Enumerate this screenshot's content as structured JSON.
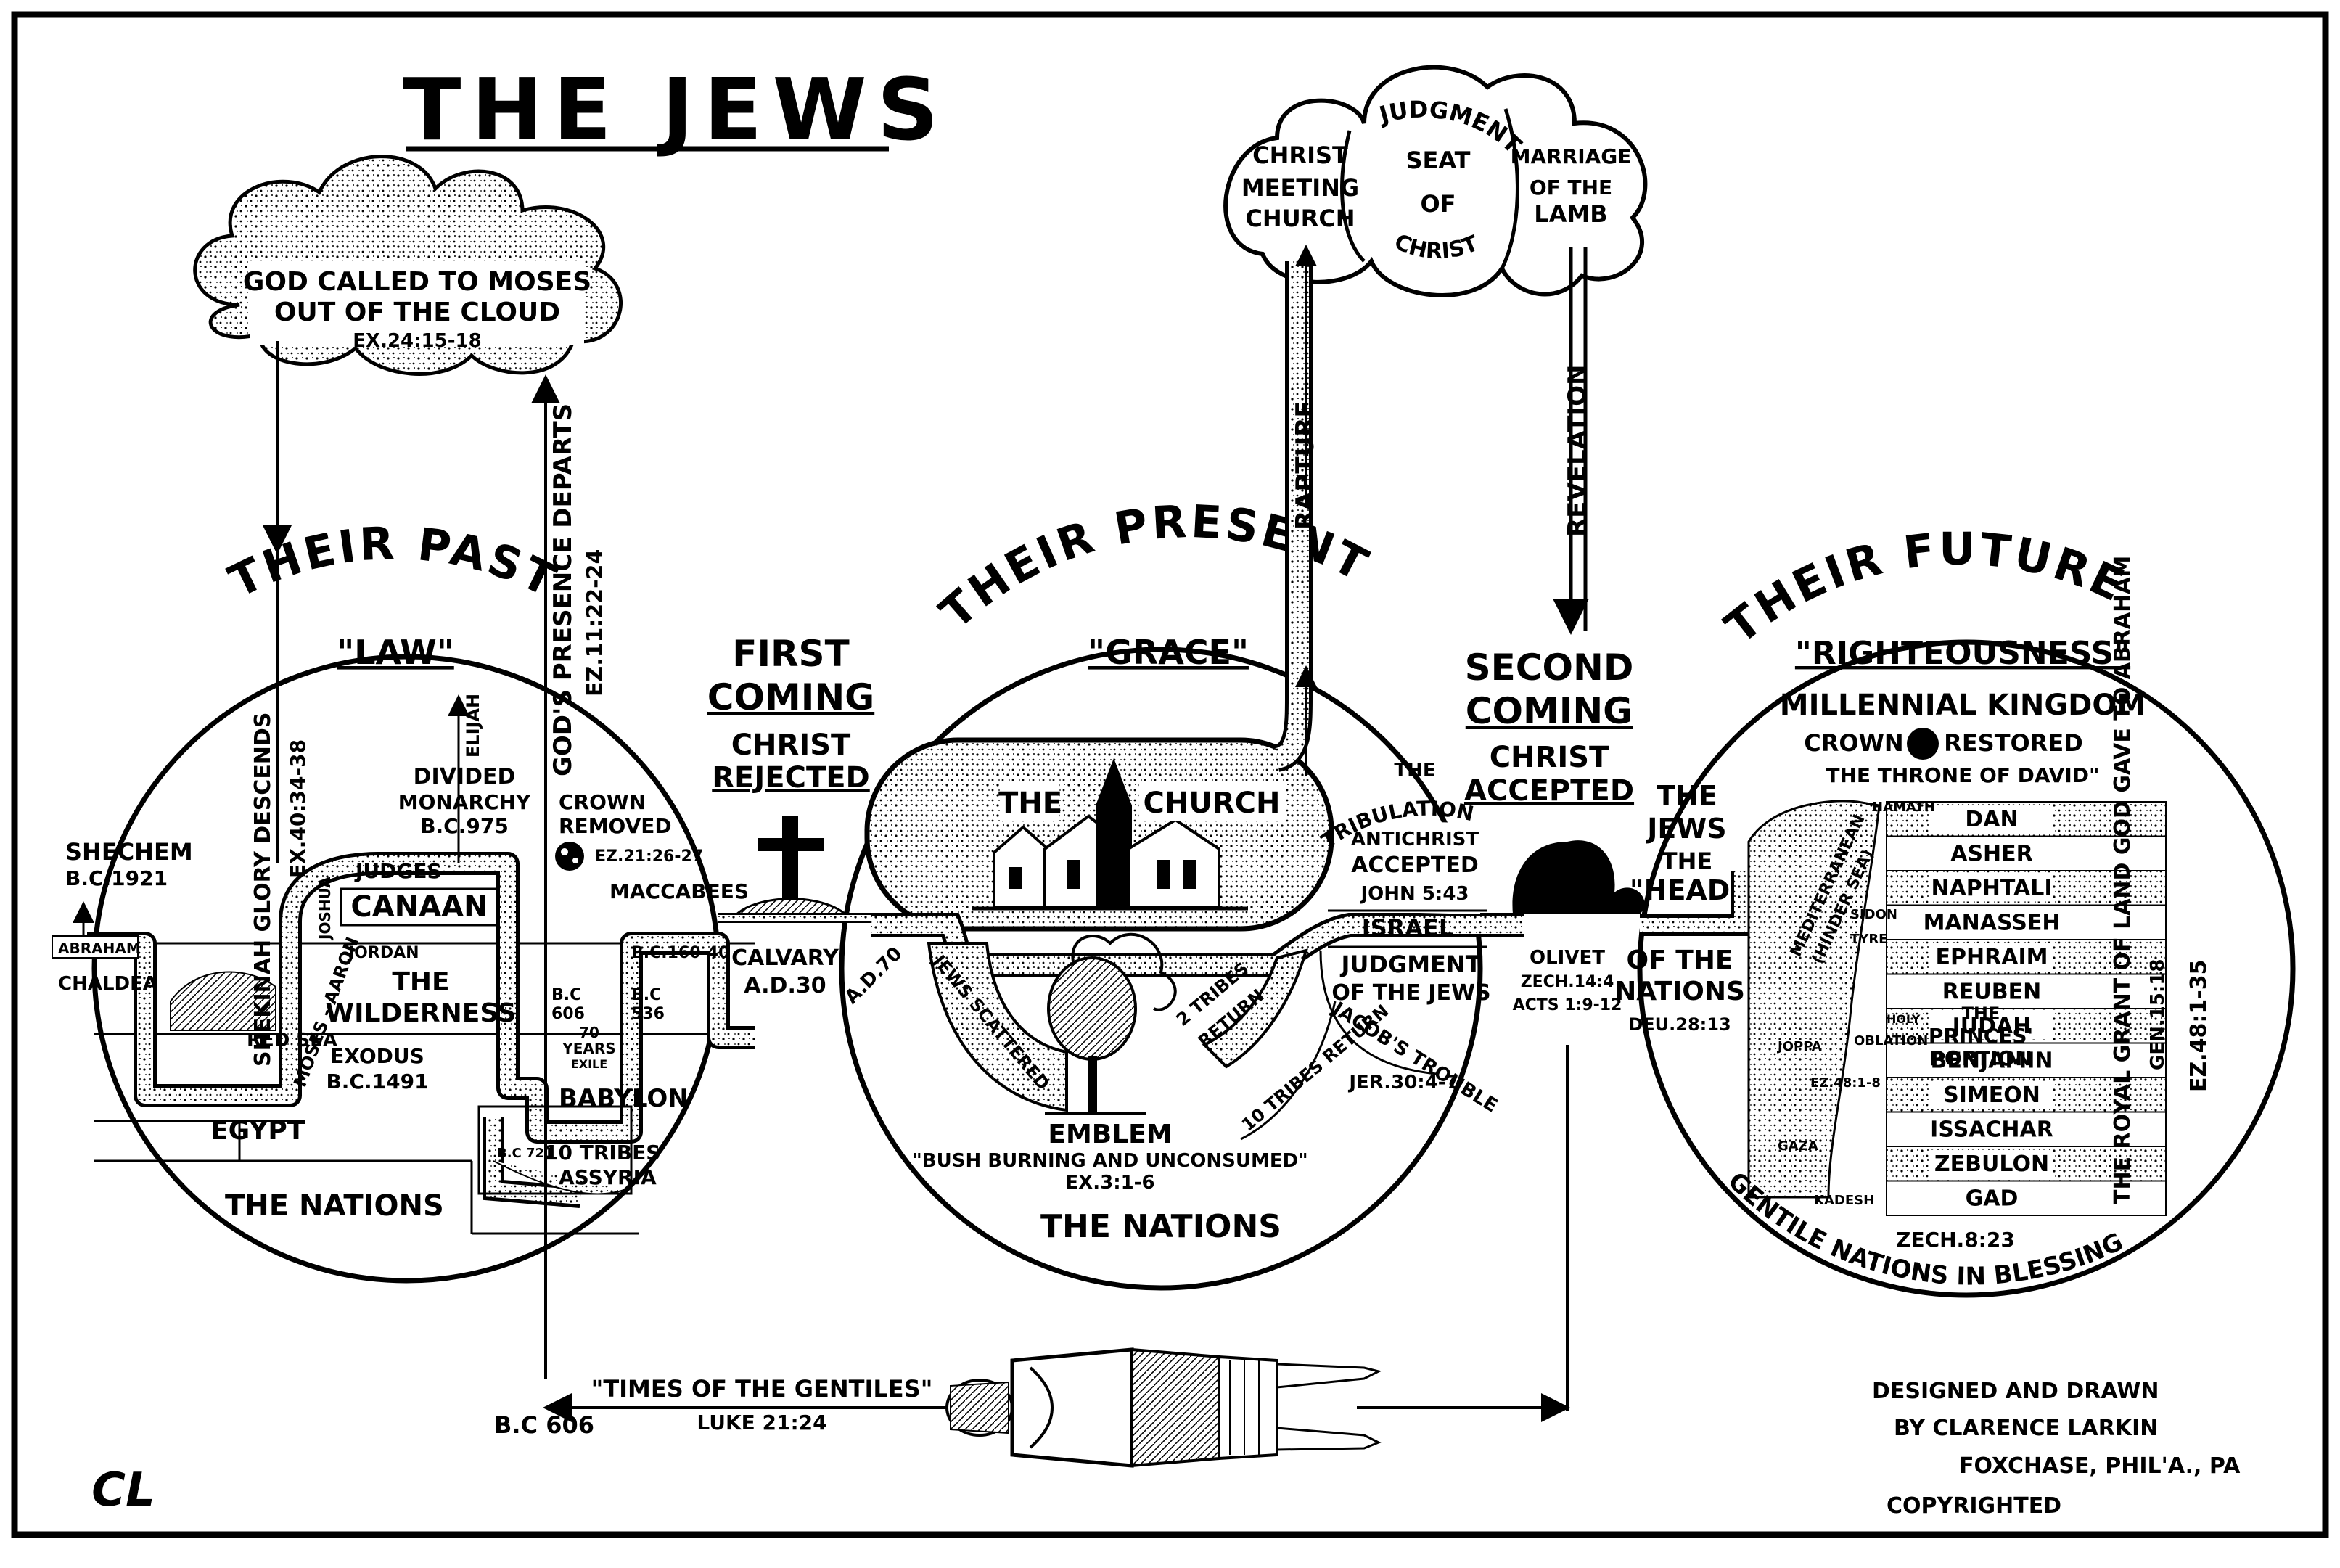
{
  "title": "THE JEWS",
  "colors": {
    "ink": "#000000",
    "paper": "#ffffff"
  },
  "cloud": {
    "line1": "GOD CALLED TO MOSES",
    "line2": "OUT OF THE CLOUD",
    "ref": "EX.24:15-18"
  },
  "top_cloud": {
    "left_line1": "CHRIST",
    "left_line2": "MEETING",
    "left_line3": "CHURCH",
    "mid_line1": "JUDGMENT",
    "mid_line2": "SEAT",
    "mid_line3": "OF",
    "mid_line4": "CHRIST",
    "right_line1": "MARRIAGE",
    "right_line2": "OF THE",
    "right_line3": "LAMB"
  },
  "past": {
    "heading": "THEIR PAST",
    "dispensation": "\"LAW\"",
    "shechem": "SHECHEM",
    "shechem_date": "B.C.1921",
    "abraham": "ABRAHAM",
    "chaldea": "CHALDEA",
    "glory": "SHEKINAH GLORY DESCENDS",
    "glory_ref": "EX.40:34-38",
    "judges": "JUDGES",
    "joshua": "JOSHUA",
    "jordan": "JORDAN",
    "canaan": "CANAAN",
    "wilderness_1": "THE",
    "wilderness_2": "WILDERNESS",
    "red_sea": "RED SEA",
    "moses_aaron": "MOSES - AARON",
    "exodus": "EXODUS",
    "exodus_date": "B.C.1491",
    "egypt": "EGYPT",
    "nations": "THE NATIONS",
    "elijah": "ELIJAH",
    "divided_1": "DIVIDED",
    "divided_2": "MONARCHY",
    "divided_3": "B.C.975",
    "departs": "GOD'S PRESENCE DEPARTS",
    "departs_ref": "EZ.11:22-24",
    "crown_1": "CROWN",
    "crown_2": "REMOVED",
    "crown_ref": "EZ.21:26-27",
    "bc606": "B.C",
    "bc606b": "606",
    "bc536": "B.C",
    "bc536b": "536",
    "years_1": "70",
    "years_2": "YEARS",
    "years_3": "EXILE",
    "babylon": "BABYLON",
    "ten_tribes": "10 TRIBES",
    "ten_tribes_bc": "B.C 721",
    "assyria": "ASSYRIA",
    "maccabees": "MACCABEES",
    "maccabees_date": "B.C.160-40"
  },
  "first_coming": {
    "line1": "FIRST",
    "line2": "COMING",
    "line3": "CHRIST",
    "line4": "REJECTED",
    "calvary": "CALVARY",
    "calvary_date": "A.D.30"
  },
  "present": {
    "heading": "THEIR PRESENT",
    "dispensation": "\"GRACE\"",
    "church_1": "THE",
    "church_2": "CHURCH",
    "rapture": "RAPTURE",
    "ad70": "A.D.70",
    "scattered": "JEWS SCATTERED",
    "two_tribes": "2 TRIBES",
    "return": "RETURN",
    "ten_return": "10 TRIBES RETURN",
    "emblem": "EMBLEM",
    "emblem_text": "\"BUSH BURNING AND UNCONSUMED\"",
    "emblem_ref": "EX.3:1-6",
    "nations": "THE NATIONS",
    "tribulation_1": "THE",
    "tribulation_2": "TRIBULATION",
    "antichrist_1": "ANTICHRIST",
    "antichrist_2": "ACCEPTED",
    "antichrist_ref": "JOHN 5:43",
    "israel": "ISRAEL",
    "judgment_1": "JUDGMENT",
    "judgment_2": "OF THE JEWS",
    "jacob": "JACOB'S TROUBLE",
    "jacob_ref": "JER.30:4-7"
  },
  "second_coming": {
    "line1": "SECOND",
    "line2": "COMING",
    "line3": "CHRIST",
    "line4": "ACCEPTED",
    "revelation": "REVELATION",
    "olivet": "OLIVET",
    "olivet_ref1": "ZECH.14:4",
    "olivet_ref2": "ACTS 1:9-12"
  },
  "future": {
    "heading": "THEIR FUTURE",
    "dispensation": "\"RIGHTEOUSNESS\"",
    "kingdom": "MILLENNIAL KINGDOM",
    "crown_1": "CROWN",
    "crown_2": "RESTORED",
    "throne": "THE THRONE OF DAVID\"",
    "head_1": "THE",
    "head_2": "JEWS",
    "head_3": "THE",
    "head_4": "\"HEAD\"",
    "of_nations_1": "OF THE",
    "of_nations_2": "NATIONS",
    "deu": "DEU.28:13",
    "sea_1": "MEDITERRANEAN",
    "sea_2": "(HINDER SEA)",
    "hamath": "HAMATH",
    "sidon": "SIDON",
    "tyre": "TYRE",
    "joppa": "JOPPA",
    "gaza": "GAZA",
    "kadesh": "KADESH",
    "holy": "HOLY",
    "oblation": "OBLATION",
    "ez": "EZ.48:1-8",
    "princes_1": "THE",
    "princes_2": "PRINCES'",
    "princes_3": "PORTION",
    "tribes": [
      "DAN",
      "ASHER",
      "NAPHTALI",
      "MANASSEH",
      "EPHRAIM",
      "REUBEN",
      "JUDAH",
      "BENJAMIN",
      "SIMEON",
      "ISSACHAR",
      "ZEBULON",
      "GAD"
    ],
    "royal_grant": "THE ROYAL GRANT OF LAND GOD GAVE TO ABRAHAM",
    "gen_ref": "GEN.15:18",
    "ez_ref": "EZ.48:1-35",
    "zech": "ZECH.8:23",
    "gentile": "GENTILE NATIONS IN BLESSING"
  },
  "bottom": {
    "times": "\"TIMES OF THE GENTILES\"",
    "luke": "LUKE 21:24",
    "bc": "B.C 606",
    "credit_1": "DESIGNED AND DRAWN",
    "credit_2": "BY CLARENCE LARKIN",
    "credit_3": "FOXCHASE, PHIL'A., PA",
    "credit_4": "COPYRIGHTED",
    "monogram": "CL"
  }
}
